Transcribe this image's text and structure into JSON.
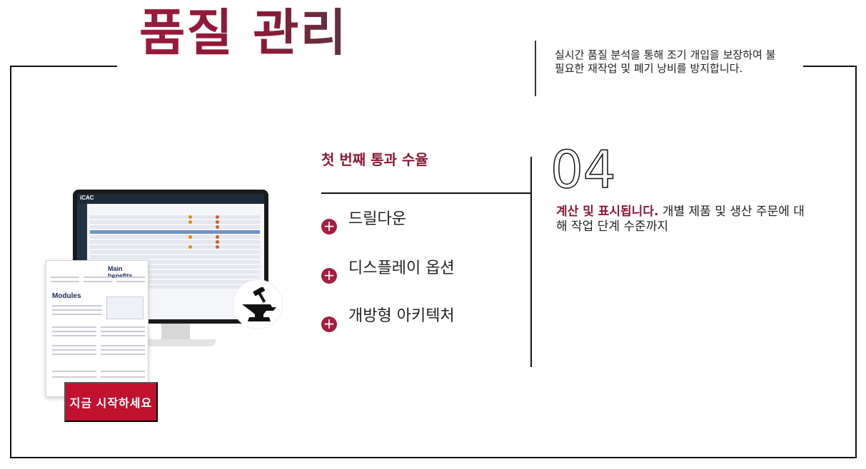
{
  "header": {
    "title": "품질 관리",
    "intro": "실시간 품질 분석을 통해 조기 개입을 보장하여 불필요한 재작업 및 폐기 낭비를 방지합니다."
  },
  "illustration": {
    "screen_logo": "iCAC",
    "brochure_heading": "Main benefits",
    "brochure_section": "Modules",
    "badge_icon": "anvil-hammer-icon"
  },
  "cta": {
    "label": "지금 시작하세요"
  },
  "section": {
    "title": "첫 번째 통과 수율",
    "items": [
      {
        "label": "드릴다운"
      },
      {
        "label": "디스플레이 옵션"
      },
      {
        "label": "개방형 아키텍처"
      }
    ]
  },
  "detail": {
    "number": "04",
    "lead": "계산 및 표시됩니다.",
    "text": " 개별 제품 및 생산 주문에 대해 작업 단계 수준까지"
  },
  "colors": {
    "brand": "#8a1a36",
    "cta": "#c0112f",
    "plus": "#a11f3f"
  }
}
